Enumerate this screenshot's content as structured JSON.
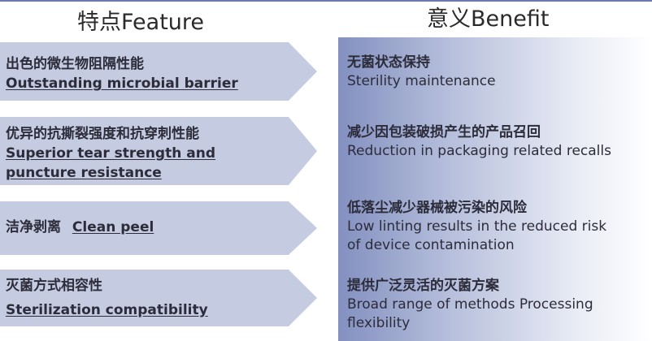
{
  "headers": {
    "feature": "特点Feature",
    "benefit": "意义Benefit"
  },
  "features": [
    {
      "zh": "出色的微生物阻隔性能",
      "en": "Outstanding microbial barrier"
    },
    {
      "zh": "优异的抗撕裂强度和抗穿刺性能",
      "en_line1": "Superior tear strength and",
      "en_line2": "puncture resistance"
    },
    {
      "zh": "洁净剥离",
      "en": "Clean peel"
    },
    {
      "zh": "灭菌方式相容性",
      "en": "Sterilization compatibility"
    }
  ],
  "benefits": [
    {
      "zh": "无菌状态保持",
      "en_line1": "Sterility maintenance"
    },
    {
      "zh": "减少因包装破损产生的产品召回",
      "en_line1": "Reduction in packaging related recalls"
    },
    {
      "zh": "低落尘减少器械被污染的风险",
      "en_line1": "Low linting results in the reduced risk",
      "en_line2": "of device contamination"
    },
    {
      "zh": "提供广泛灵活的灭菌方案",
      "en_line1": "Broad range of methods Processing",
      "en_line2": "flexibility"
    }
  ],
  "colors": {
    "arrow_fill": "#c5cbe1",
    "panel_gradient_start": "#8390c0",
    "text": "#2c2c3a"
  }
}
